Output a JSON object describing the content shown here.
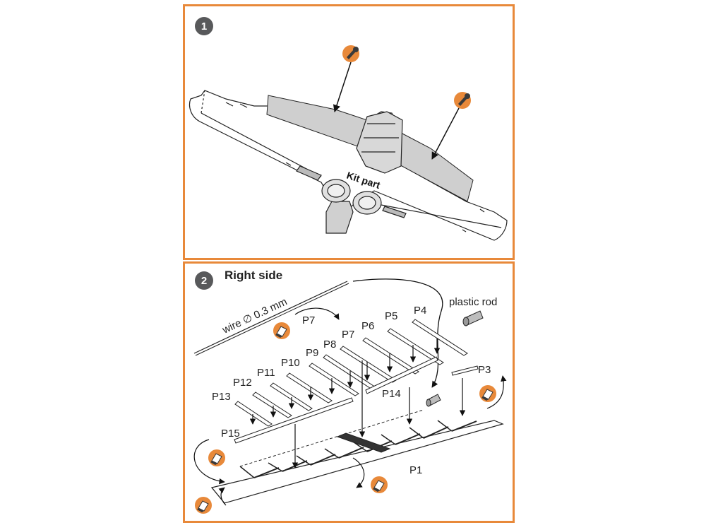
{
  "step1": {
    "number": "1",
    "part_label": "Kit part"
  },
  "step2": {
    "number": "2",
    "title": "Right side",
    "wire_label": "wire ∅ 0.3 mm",
    "rod_label": "plastic rod",
    "parts": {
      "p1": "P1",
      "p3": "P3",
      "p4": "P4",
      "p5": "P5",
      "p6": "P6",
      "p7a": "P7",
      "p7b": "P7",
      "p8": "P8",
      "p9": "P9",
      "p10": "P10",
      "p11": "P11",
      "p12": "P12",
      "p13": "P13",
      "p14": "P14",
      "p15": "P15"
    }
  },
  "colors": {
    "frame": "#e8893a",
    "badge": "#58595b",
    "grey_fill": "#cfcfcf",
    "glue_icon": "#e8893a"
  },
  "icons": [
    "glue-icon",
    "bend-icon"
  ]
}
